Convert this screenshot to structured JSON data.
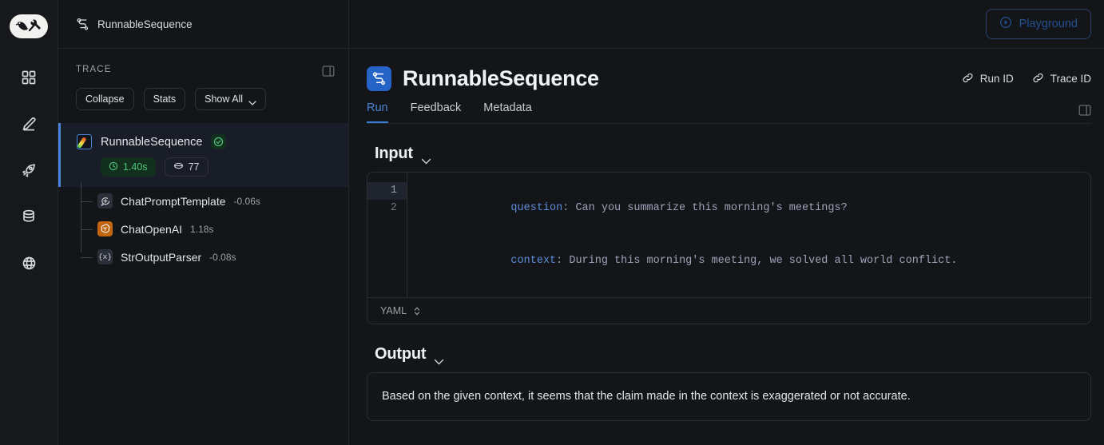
{
  "app": {
    "logo_icon": "langsmith-parrot-wrench-logo",
    "rail_items": [
      {
        "name": "apps-grid-icon",
        "label": "Apps"
      },
      {
        "name": "pencil-edit-icon",
        "label": "Edit"
      },
      {
        "name": "rocket-icon",
        "label": "Deployments"
      },
      {
        "name": "database-icon",
        "label": "Datasets"
      },
      {
        "name": "globe-icon",
        "label": "Web"
      }
    ]
  },
  "breadcrumb": {
    "icon": "flow-graph-icon",
    "label": "RunnableSequence"
  },
  "header": {
    "playground_label": "Playground",
    "playground_icon": "play-circle-icon"
  },
  "trace": {
    "label": "TRACE",
    "panel_toggle_icon": "panel-collapse-icon",
    "controls": [
      {
        "label": "Collapse",
        "icon": ""
      },
      {
        "label": "Stats",
        "icon": ""
      },
      {
        "label": "Show All",
        "icon": "chevron-down-icon"
      }
    ],
    "root": {
      "name": "RunnableSequence",
      "icon": "langchain-chain-icon",
      "status_icon": "check-circle-icon",
      "duration": "1.40s",
      "duration_icon": "clock-icon",
      "tokens": "77",
      "tokens_icon": "token-coin-icon"
    },
    "children": [
      {
        "name": "ChatPromptTemplate",
        "duration": "-0.06s",
        "icon": "chat-prompt-icon"
      },
      {
        "name": "ChatOpenAI",
        "duration": "1.18s",
        "icon": "openai-logo-icon"
      },
      {
        "name": "StrOutputParser",
        "duration": "-0.08s",
        "icon": "braces-x-icon"
      }
    ]
  },
  "run": {
    "icon": "runnable-sequence-icon",
    "title": "RunnableSequence",
    "run_id_label": "Run ID",
    "run_id_icon": "link-icon",
    "trace_id_label": "Trace ID",
    "trace_id_icon": "link-icon",
    "tabs": [
      {
        "label": "Run",
        "active": true
      },
      {
        "label": "Feedback",
        "active": false
      },
      {
        "label": "Metadata",
        "active": false
      }
    ],
    "tab_panel_toggle_icon": "panel-collapse-icon"
  },
  "input": {
    "heading": "Input",
    "chevron_icon": "chevron-down-icon",
    "lines": [
      {
        "no": "1",
        "key": "question",
        "value": "Can you summarize this morning's meetings?"
      },
      {
        "no": "2",
        "key": "context",
        "value": "During this morning's meeting, we solved all world conflict."
      }
    ],
    "language": "YAML",
    "language_icon": "up-down-chevron-icon"
  },
  "output": {
    "heading": "Output",
    "chevron_icon": "chevron-down-icon",
    "text": "Based on the given context, it seems that the claim made in the context is exaggerated or not accurate."
  },
  "colors": {
    "accent_blue": "#4a86d8",
    "success_green": "#4ec57a",
    "openai_orange": "#c2650f",
    "background": "#131518"
  }
}
